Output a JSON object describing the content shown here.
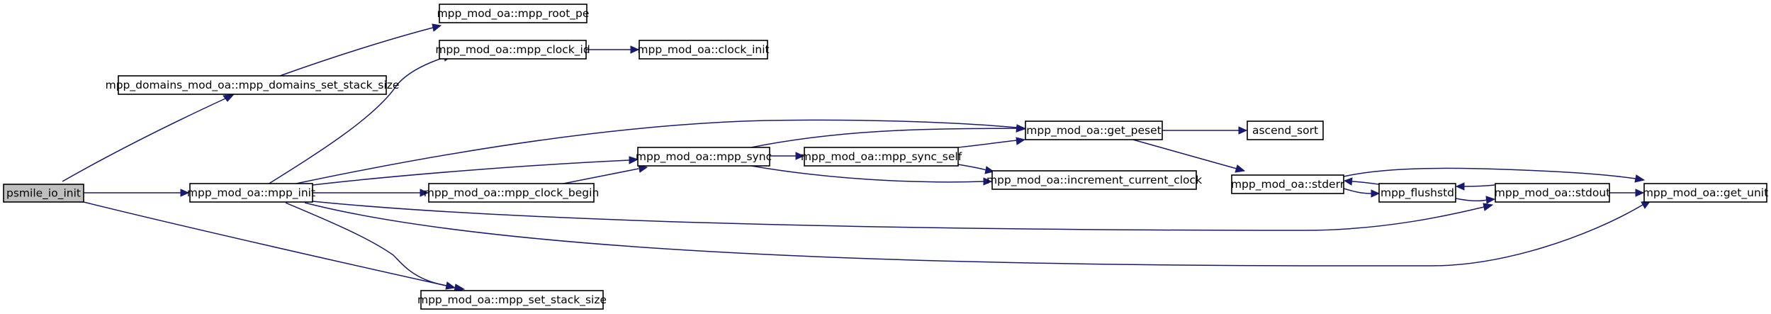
{
  "diagram": {
    "type": "call-graph",
    "nodes": {
      "psmile_io_init": "psmile_io_init",
      "mpp_domains_set_stack_size": "mpp_domains_mod_oa::mpp_domains_set_stack_size",
      "mpp_root_pe": "mpp_mod_oa::mpp_root_pe",
      "mpp_clock_id": "mpp_mod_oa::mpp_clock_id",
      "clock_init": "mpp_mod_oa::clock_init",
      "mpp_init": "mpp_mod_oa::mpp_init",
      "mpp_sync": "mpp_mod_oa::mpp_sync",
      "mpp_sync_self": "mpp_mod_oa::mpp_sync_self",
      "get_peset": "mpp_mod_oa::get_peset",
      "ascend_sort": "ascend_sort",
      "increment_current_clock": "mpp_mod_oa::increment_current_clock",
      "mpp_clock_begin": "mpp_mod_oa::mpp_clock_begin",
      "stderr": "mpp_mod_oa::stderr",
      "mpp_flushstd": "mpp_flushstd",
      "stdout": "mpp_mod_oa::stdout",
      "get_unit": "mpp_mod_oa::get_unit",
      "mpp_set_stack_size": "mpp_mod_oa::mpp_set_stack_size"
    },
    "edges": [
      [
        "psmile_io_init",
        "mpp_domains_set_stack_size"
      ],
      [
        "psmile_io_init",
        "mpp_init"
      ],
      [
        "psmile_io_init",
        "mpp_set_stack_size"
      ],
      [
        "mpp_domains_set_stack_size",
        "mpp_root_pe"
      ],
      [
        "mpp_init",
        "mpp_clock_id"
      ],
      [
        "mpp_init",
        "get_peset"
      ],
      [
        "mpp_init",
        "mpp_sync"
      ],
      [
        "mpp_init",
        "mpp_clock_begin"
      ],
      [
        "mpp_init",
        "stdout"
      ],
      [
        "mpp_init",
        "get_unit"
      ],
      [
        "mpp_init",
        "mpp_set_stack_size"
      ],
      [
        "mpp_clock_id",
        "clock_init"
      ],
      [
        "mpp_clock_begin",
        "mpp_sync"
      ],
      [
        "mpp_sync",
        "get_peset"
      ],
      [
        "mpp_sync",
        "mpp_sync_self"
      ],
      [
        "mpp_sync",
        "increment_current_clock"
      ],
      [
        "mpp_sync_self",
        "get_peset"
      ],
      [
        "mpp_sync_self",
        "increment_current_clock"
      ],
      [
        "get_peset",
        "ascend_sort"
      ],
      [
        "get_peset",
        "stderr"
      ],
      [
        "stderr",
        "mpp_flushstd"
      ],
      [
        "stderr",
        "get_unit"
      ],
      [
        "mpp_flushstd",
        "stderr"
      ],
      [
        "mpp_flushstd",
        "stdout"
      ],
      [
        "stdout",
        "mpp_flushstd"
      ],
      [
        "stdout",
        "get_unit"
      ]
    ]
  },
  "colors": {
    "edge": "#191970",
    "root_fill": "#bfbfbf",
    "node_fill": "#ffffff",
    "node_border": "#000000"
  }
}
